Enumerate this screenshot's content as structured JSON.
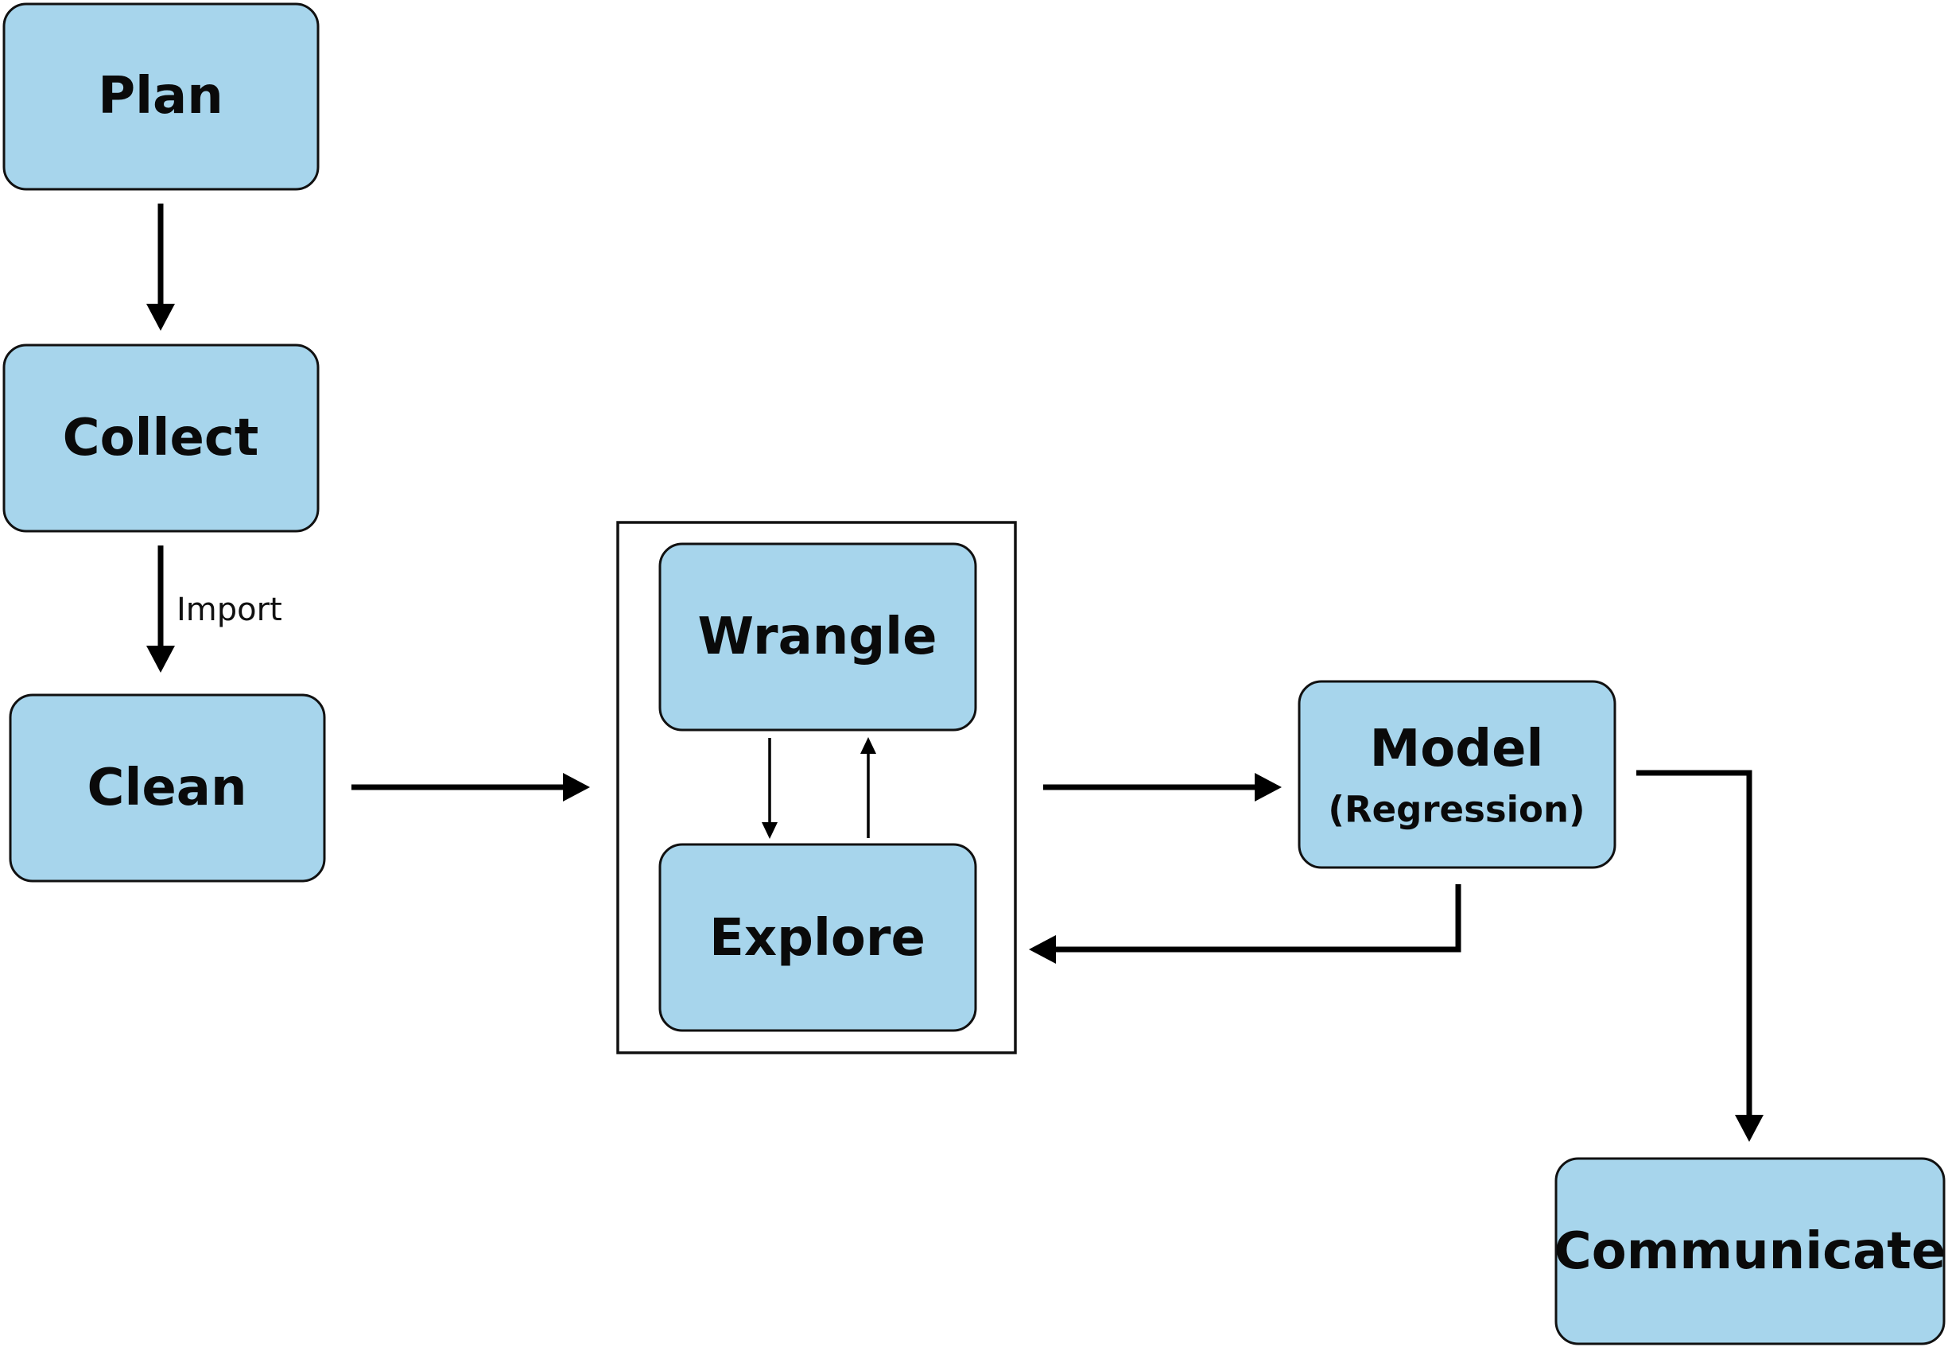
{
  "nodes": {
    "plan": "Plan",
    "collect": "Collect",
    "clean": "Clean",
    "wrangle": "Wrangle",
    "explore": "Explore",
    "model": "Model",
    "model_sub": "(Regression)",
    "communicate": "Communicate"
  },
  "edges": {
    "collect_to_clean": "Import"
  },
  "colors": {
    "node_fill": "#a7d5ec",
    "stroke": "#111111",
    "background": "#ffffff"
  }
}
